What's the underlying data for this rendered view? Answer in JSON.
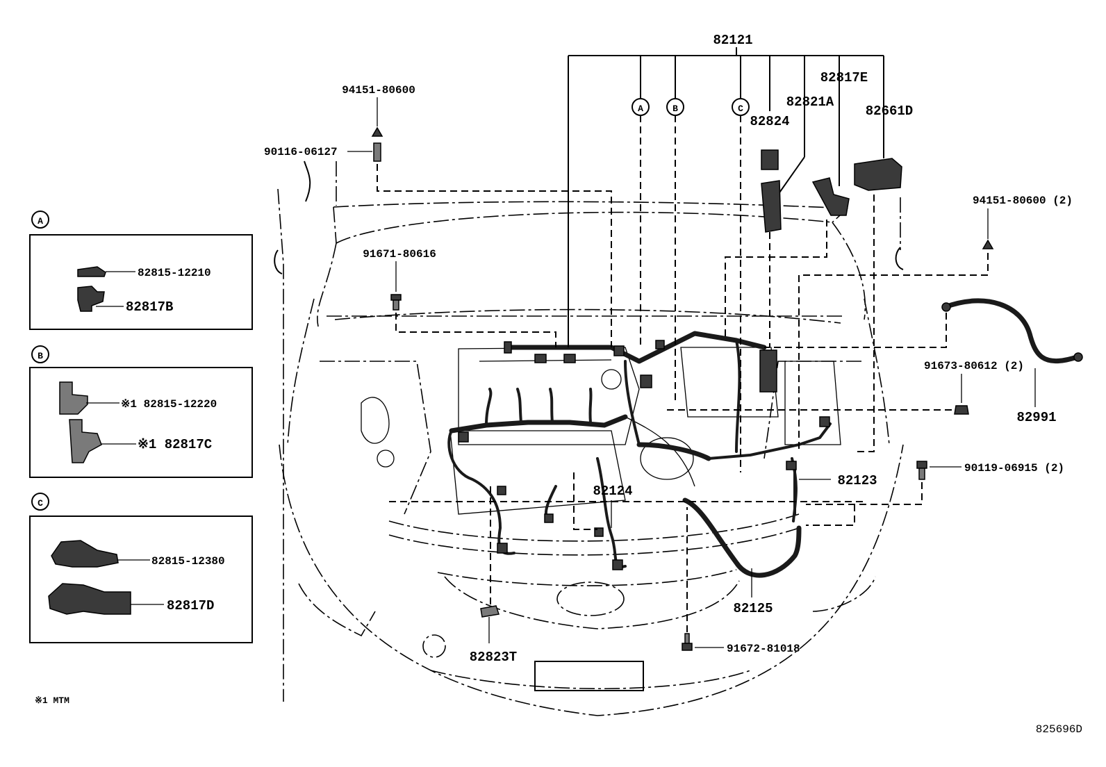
{
  "diagram_id": "825696D",
  "note": "※1 MTM",
  "main_harness": "82121",
  "callouts": {
    "a": "A",
    "b": "B",
    "c": "C"
  },
  "parts": {
    "p82121": "82121",
    "p82817E": "82817E",
    "p82821A": "82821A",
    "p82661D": "82661D",
    "p82824": "82824",
    "p94151_top": "94151-80600",
    "p90116": "90116-06127",
    "p94151_right": "94151-80600 (2)",
    "p91671": "91671-80616",
    "p91673": "91673-80612 (2)",
    "p82991": "82991",
    "p90119": "90119-06915 (2)",
    "p82123": "82123",
    "p82124": "82124",
    "p82125": "82125",
    "p91672": "91672-81018",
    "p82823T": "82823T"
  },
  "detail_a": {
    "label": "A",
    "part1": "82815-12210",
    "part2": "82817B"
  },
  "detail_b": {
    "label": "B",
    "part1": "※1 82815-12220",
    "part2": "※1 82817C"
  },
  "detail_c": {
    "label": "C",
    "part1": "82815-12380",
    "part2": "82817D"
  }
}
